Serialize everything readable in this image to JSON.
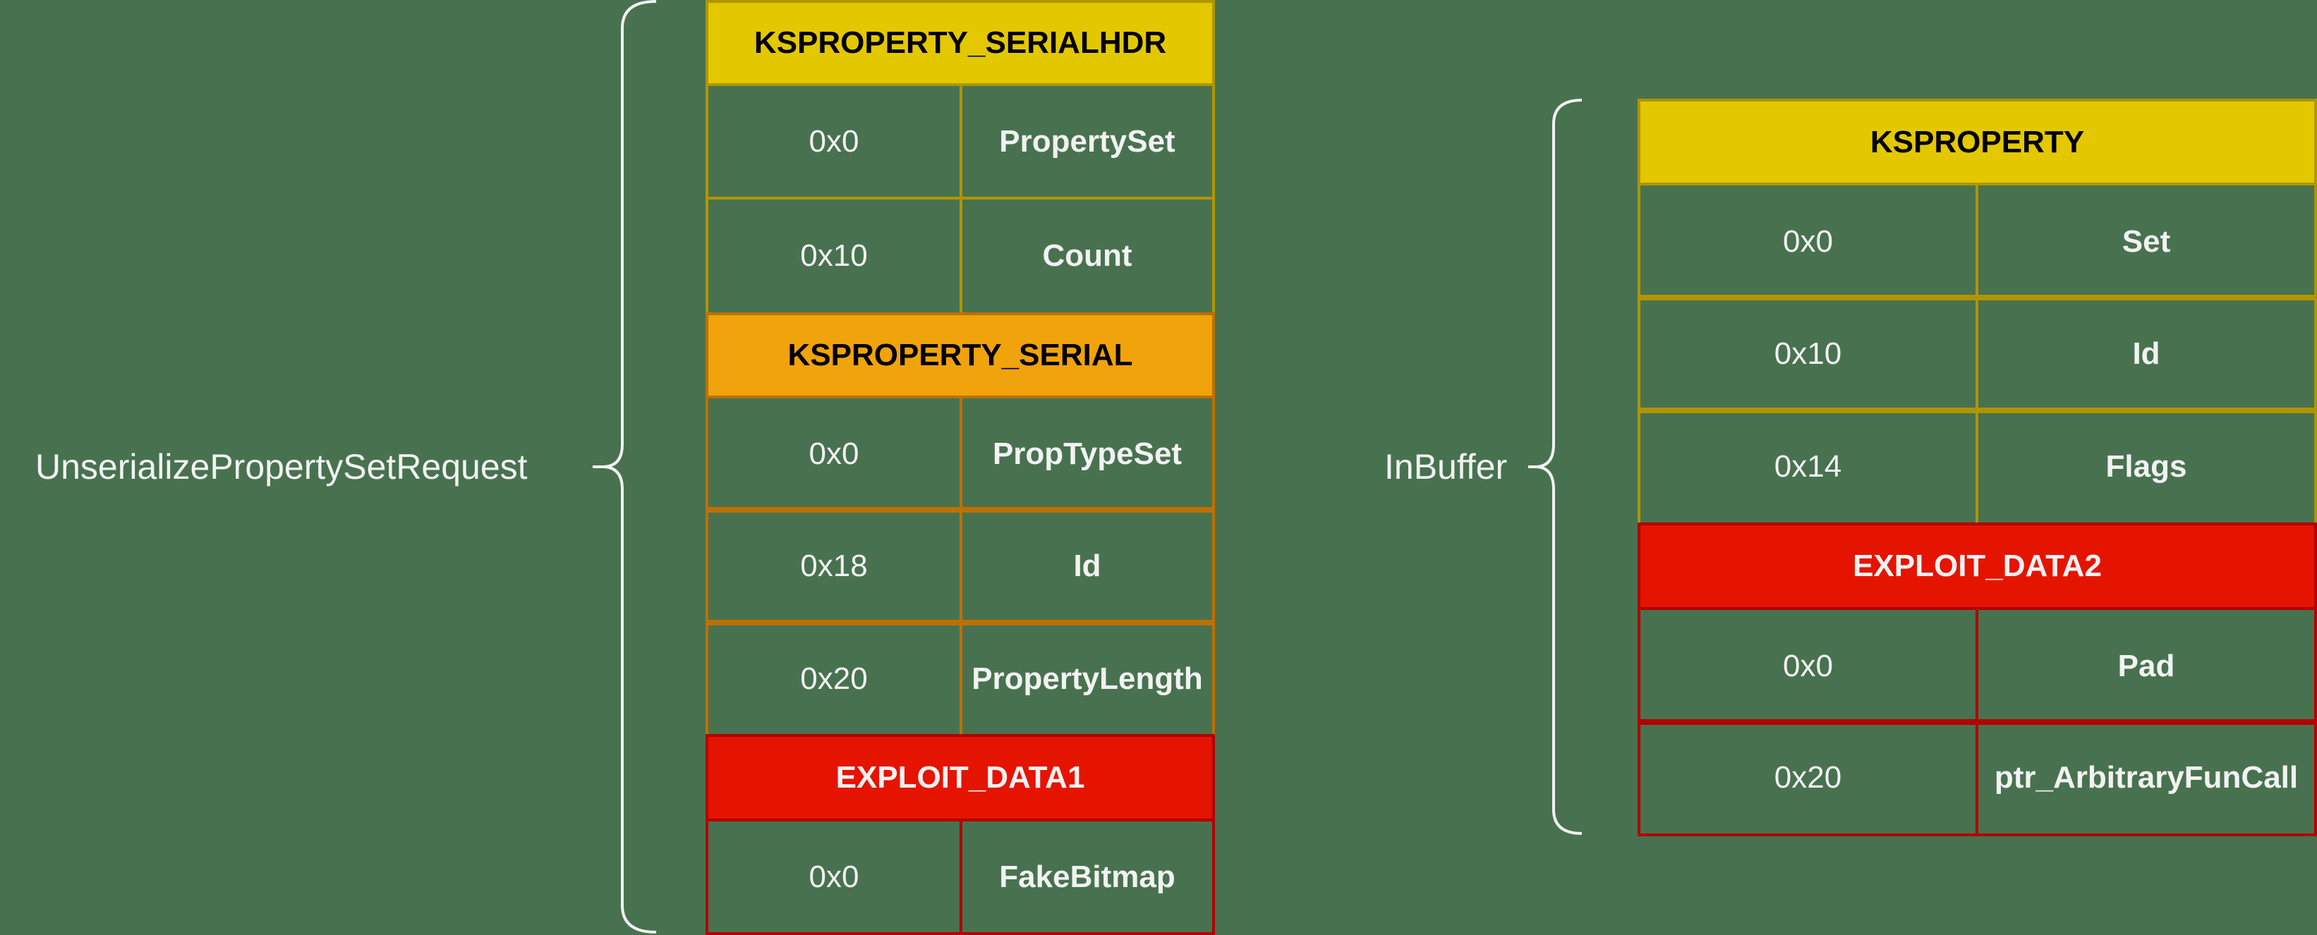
{
  "colors": {
    "background": "#48724f",
    "yellow_header": "#e3c800",
    "yellow_border": "#b09500",
    "orange_header": "#f0a30a",
    "orange_border": "#bd7000",
    "red_header": "#e51400",
    "red_border": "#b20000",
    "text_light": "#f2f2f2",
    "text_dark": "#000000"
  },
  "left": {
    "label": "UnserializePropertySetRequest",
    "structs": [
      {
        "title": "KSPROPERTY_SERIALHDR",
        "fields": [
          {
            "offset": "0x0",
            "name": "PropertySet"
          },
          {
            "offset": "0x10",
            "name": "Count"
          }
        ]
      },
      {
        "title": "KSPROPERTY_SERIAL",
        "fields": [
          {
            "offset": "0x0",
            "name": "PropTypeSet"
          },
          {
            "offset": "0x18",
            "name": "Id"
          },
          {
            "offset": "0x20",
            "name": "PropertyLength"
          }
        ]
      },
      {
        "title": "EXPLOIT_DATA1",
        "fields": [
          {
            "offset": "0x0",
            "name": "FakeBitmap"
          }
        ]
      }
    ]
  },
  "right": {
    "label": "InBuffer",
    "structs": [
      {
        "title": "KSPROPERTY",
        "fields": [
          {
            "offset": "0x0",
            "name": "Set"
          },
          {
            "offset": "0x10",
            "name": "Id"
          },
          {
            "offset": "0x14",
            "name": "Flags"
          }
        ]
      },
      {
        "title": "EXPLOIT_DATA2",
        "fields": [
          {
            "offset": "0x0",
            "name": "Pad"
          },
          {
            "offset": "0x20",
            "name": "ptr_ArbitraryFunCall"
          }
        ]
      }
    ]
  }
}
